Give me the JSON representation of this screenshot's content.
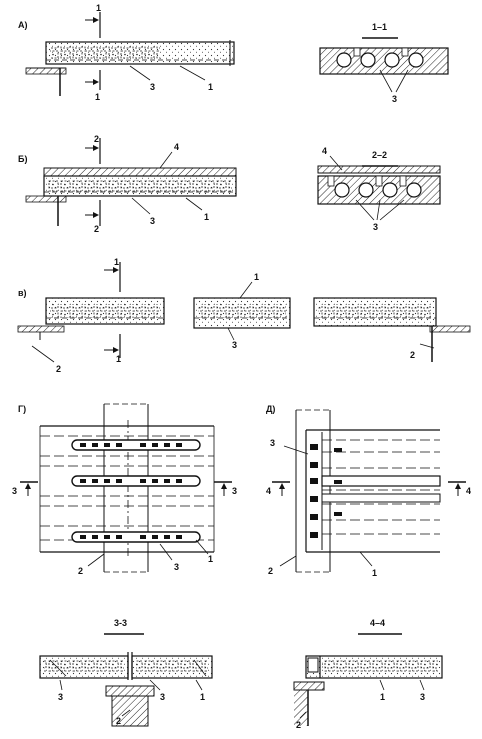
{
  "panels": {
    "a": "А)",
    "b": "Б)",
    "v": "в)",
    "g": "Г)",
    "d": "Д)"
  },
  "sections": {
    "s11": "1–1",
    "s22": "2–2",
    "s33": "3-3",
    "s44": "4–4"
  },
  "cuts": {
    "c1": "1",
    "c2": "2",
    "c3": "3",
    "c4": "4"
  },
  "labels": {
    "n1": "1",
    "n2": "2",
    "n3": "3",
    "n4": "4"
  }
}
